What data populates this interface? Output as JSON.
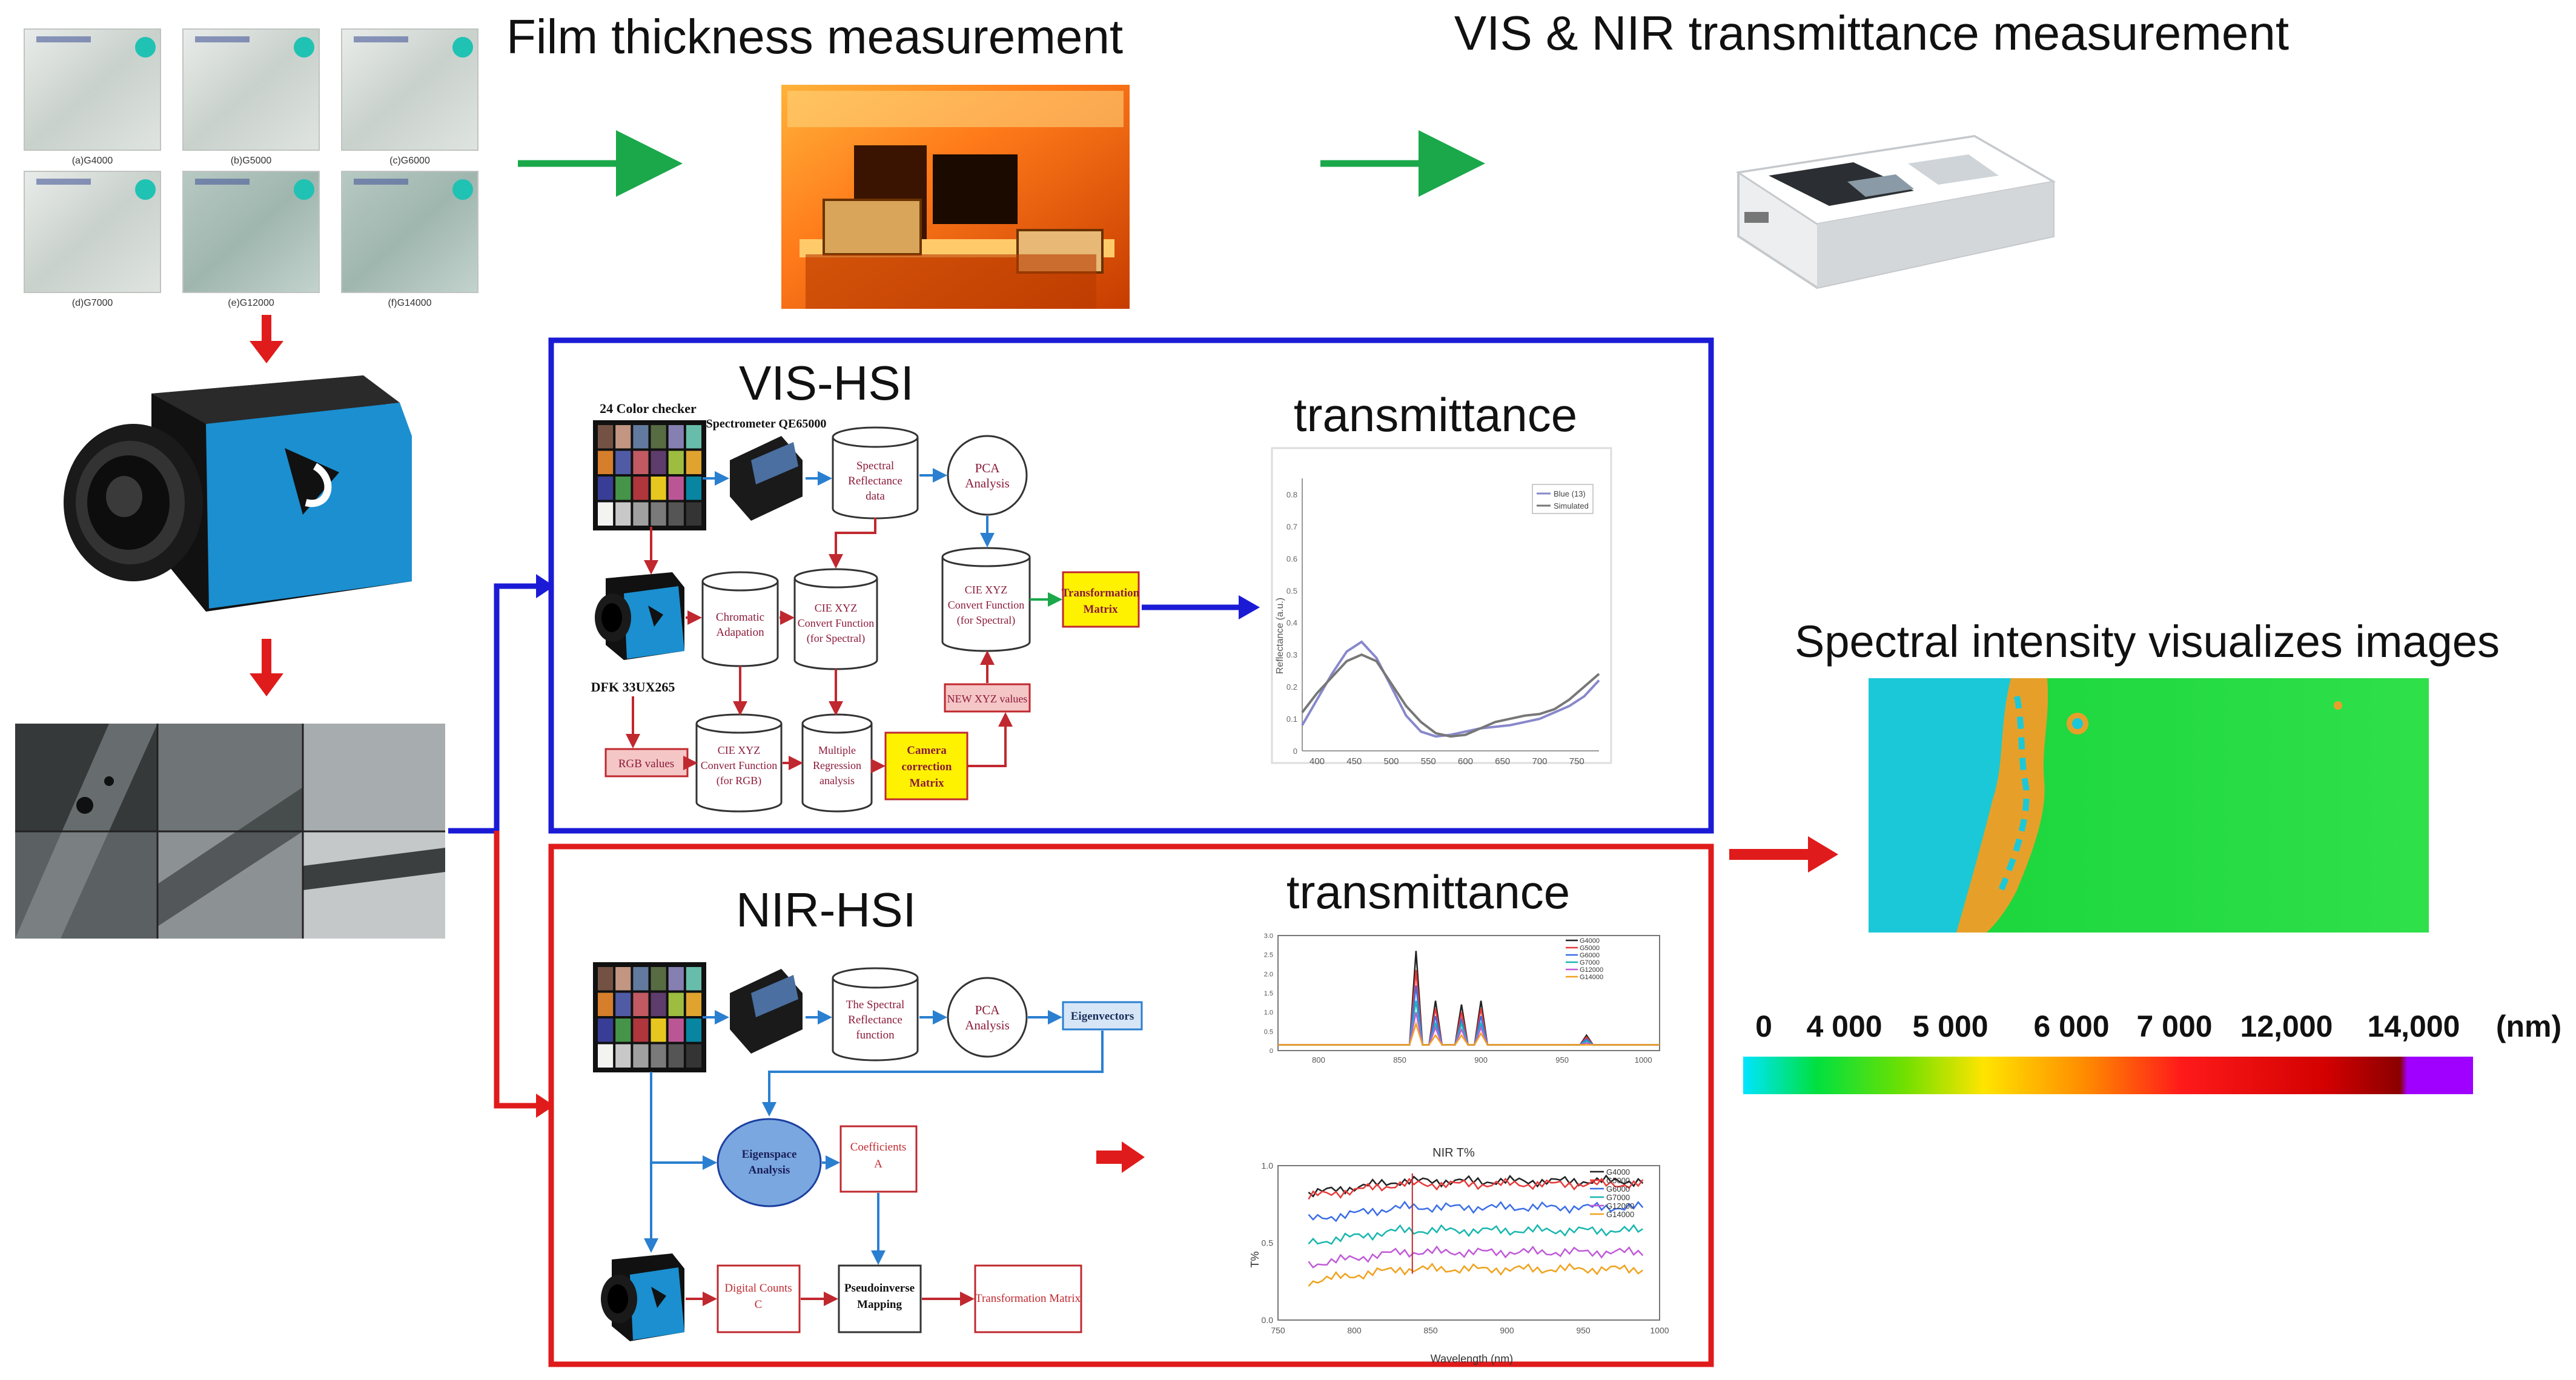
{
  "headings": {
    "film_thickness": "Film thickness measurement",
    "vis_nir_transmittance": "VIS & NIR transmittance measurement",
    "spectral_intensity": "Spectral intensity visualizes images"
  },
  "samples": [
    {
      "label": "(a)G4000"
    },
    {
      "label": "(b)G5000"
    },
    {
      "label": "(c)G6000"
    },
    {
      "label": "(d)G7000"
    },
    {
      "label": "(e)G12000"
    },
    {
      "label": "(f)G14000"
    }
  ],
  "vis_hsi": {
    "title": "VIS-HSI",
    "color_checker_label": "24 Color checker",
    "spectrometer_label": "Spectrometer QE65000",
    "camera_label": "DFK 33UX265",
    "spectral_reflectance": [
      "Spectral",
      "Reflectance",
      "data"
    ],
    "pca": [
      "PCA",
      "Analysis"
    ],
    "chromatic": [
      "Chromatic",
      "Adapation"
    ],
    "cie_spectral": [
      "CIE XYZ",
      "Convert Function",
      "(for Spectral)"
    ],
    "cie_spectral_2": [
      "CIE XYZ",
      "Convert Function",
      "(for Spectral)"
    ],
    "transformation_matrix": [
      "Transformation",
      "Matrix"
    ],
    "rgb_values": "RGB values",
    "cie_rgb": [
      "CIE XYZ",
      "Convert Function",
      "(for RGB)"
    ],
    "multiple_regression": [
      "Multiple",
      "Regression",
      "analysis"
    ],
    "camera_correction": [
      "Camera",
      "correction",
      "Matrix"
    ],
    "new_xyz": "NEW XYZ values",
    "transmittance_title": "transmittance"
  },
  "nir_hsi": {
    "title": "NIR-HSI",
    "spectral_reflectance": [
      "The Spectral",
      "Reflectance",
      "function"
    ],
    "pca": [
      "PCA",
      "Analysis"
    ],
    "eigenvectors": "Eigenvectors",
    "eigenspace": [
      "Eigenspace",
      "Analysis"
    ],
    "coefficients": [
      "Coefficients",
      "A"
    ],
    "digital_counts": [
      "Digital Counts",
      "C"
    ],
    "pseudoinverse": [
      "Pseudoinverse",
      "Mapping"
    ],
    "transformation_matrix": "Transformation Matrix",
    "transmittance_title": "transmittance"
  },
  "colors": {
    "vis_box": "#1b1bd6",
    "nir_box": "#e01b1b",
    "green_arrow": "#1aa84a",
    "red_arrow": "#e01b1b",
    "blue_arrow": "#1b1bd6",
    "flow_red": "#c0282f",
    "flow_blue": "#2a7fd0",
    "flow_green": "#1aa84a",
    "highlight_yellow": "#fff200",
    "camera_blue": "#1b8fd0"
  },
  "vis_chart": {
    "type": "line",
    "ylabel": "Reflectance (a.u.)",
    "y_ticks": [
      "0",
      "0.1",
      "0.2",
      "0.3",
      "0.4",
      "0.5",
      "0.6",
      "0.7",
      "0.8"
    ],
    "x_ticks": [
      "400",
      "450",
      "500",
      "550",
      "600",
      "650",
      "700",
      "750"
    ],
    "legend": [
      "Blue (13)",
      "Simulated"
    ],
    "series": [
      {
        "name": "Blue (13)",
        "color": "#8888cc",
        "x": [
          380,
          400,
          420,
          440,
          460,
          480,
          500,
          520,
          540,
          560,
          580,
          600,
          620,
          640,
          660,
          680,
          700,
          720,
          740,
          760,
          780
        ],
        "y": [
          0.08,
          0.16,
          0.24,
          0.31,
          0.34,
          0.29,
          0.2,
          0.11,
          0.06,
          0.045,
          0.05,
          0.06,
          0.07,
          0.075,
          0.08,
          0.09,
          0.1,
          0.12,
          0.14,
          0.17,
          0.22
        ]
      },
      {
        "name": "Simulated",
        "color": "#777777",
        "x": [
          380,
          400,
          420,
          440,
          460,
          480,
          500,
          520,
          540,
          560,
          580,
          600,
          620,
          640,
          660,
          680,
          700,
          720,
          740,
          760,
          780
        ],
        "y": [
          0.12,
          0.18,
          0.23,
          0.28,
          0.3,
          0.28,
          0.21,
          0.14,
          0.09,
          0.055,
          0.045,
          0.05,
          0.07,
          0.09,
          0.1,
          0.11,
          0.115,
          0.13,
          0.16,
          0.2,
          0.24
        ]
      }
    ]
  },
  "nir_chart_top": {
    "type": "line",
    "legend": [
      "G4000",
      "G5000",
      "G6000",
      "G7000",
      "G12000",
      "G14000"
    ],
    "x_ticks": [
      "800",
      "850",
      "900",
      "950",
      "1000"
    ],
    "y_ticks": [
      "0",
      "0.5",
      "1.0",
      "1.5",
      "2.0",
      "2.5",
      "3.0"
    ],
    "peaks": [
      {
        "x": 860,
        "heights": [
          2.6,
          2.1,
          1.7,
          1.3,
          1.0,
          0.7
        ]
      },
      {
        "x": 872,
        "heights": [
          1.3,
          1.1,
          0.9,
          0.7,
          0.6,
          0.4
        ]
      },
      {
        "x": 888,
        "heights": [
          1.2,
          1.0,
          0.8,
          0.7,
          0.55,
          0.4
        ]
      },
      {
        "x": 900,
        "heights": [
          1.3,
          1.1,
          0.9,
          0.7,
          0.6,
          0.45
        ]
      },
      {
        "x": 965,
        "heights": [
          0.4,
          0.35,
          0.3,
          0.25,
          0.2,
          0.15
        ]
      }
    ],
    "colors": [
      "#222222",
      "#e83a3a",
      "#3a6de8",
      "#17b6b0",
      "#c05ad8",
      "#f0a21c"
    ]
  },
  "nir_chart_bottom": {
    "type": "line",
    "title": "NIR T%",
    "ylabel": "T%",
    "xlabel": "Wavelength (nm)",
    "x_ticks": [
      "750",
      "800",
      "850",
      "900",
      "950",
      "1000"
    ],
    "y_ticks": [
      "0.0",
      "0.5",
      "1.0"
    ],
    "legend": [
      "G4000",
      "G5000",
      "G6000",
      "G7000",
      "G12000",
      "G14000"
    ],
    "levels": [
      0.9,
      0.88,
      0.73,
      0.58,
      0.44,
      0.33
    ],
    "colors": [
      "#222222",
      "#e83a3a",
      "#3a6de8",
      "#17b6b0",
      "#c05ad8",
      "#f0a21c"
    ]
  },
  "color_scale": {
    "labels": [
      "0",
      "4 000",
      "5 000",
      "6 000",
      "7 000",
      "12,000",
      "14,000",
      "(nm)"
    ],
    "stops": [
      "#00e5ff",
      "#00e040",
      "#6fe000",
      "#ffe400",
      "#ff8a00",
      "#ff1a1a",
      "#d20000",
      "#8a0000",
      "#a000ff"
    ]
  }
}
